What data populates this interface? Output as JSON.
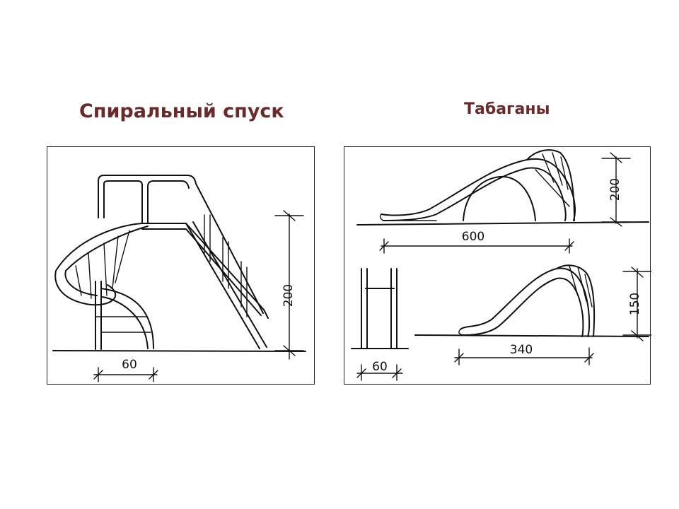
{
  "titles": {
    "left": "Спиральный спуск",
    "right": "Табаганы"
  },
  "left_panel": {
    "dimensions": {
      "height": "200",
      "width": "60"
    }
  },
  "right_panel": {
    "top_slide": {
      "height": "200",
      "length": "600"
    },
    "bottom_slide": {
      "height": "150",
      "length": "340"
    },
    "front_view": {
      "width": "60"
    }
  },
  "colors": {
    "title": "#6b2a2a",
    "ink": "#111111"
  }
}
